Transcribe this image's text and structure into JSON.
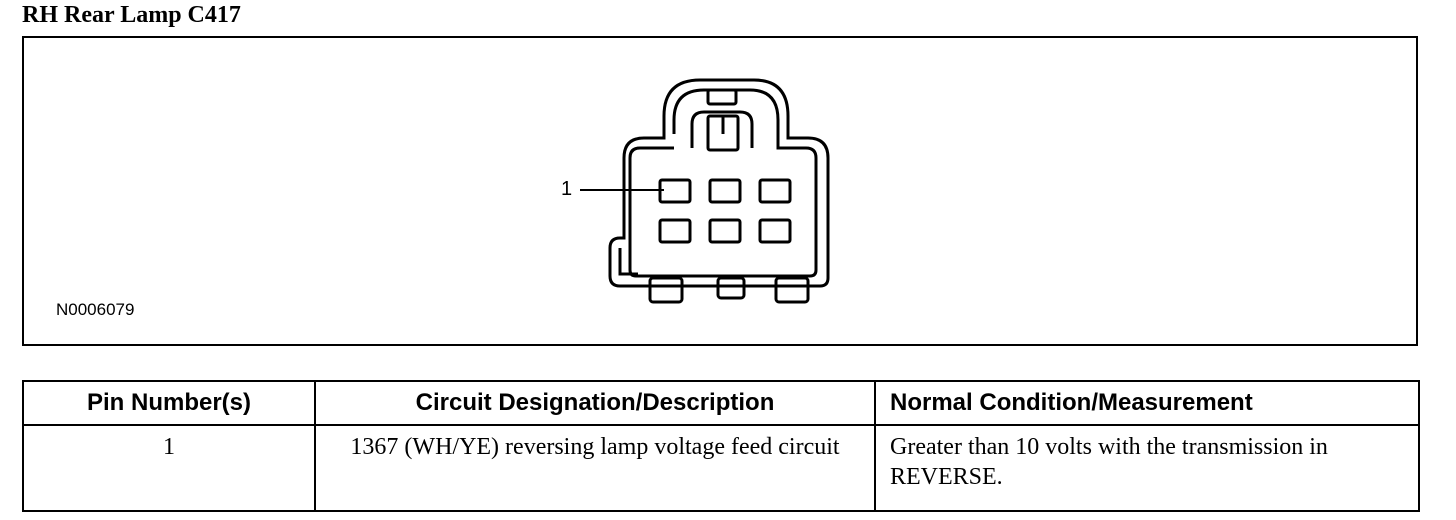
{
  "title": "RH Rear Lamp C417",
  "figure": {
    "figure_id": "N0006079",
    "callout": "1"
  },
  "table": {
    "headers": [
      "Pin Number(s)",
      "Circuit Designation/Description",
      "Normal Condition/Measurement"
    ],
    "rows": [
      {
        "pin": "1",
        "circuit": "1367 (WH/YE) reversing lamp voltage feed circuit",
        "condition": "Greater than 10 volts with the transmission in REVERSE."
      }
    ]
  }
}
